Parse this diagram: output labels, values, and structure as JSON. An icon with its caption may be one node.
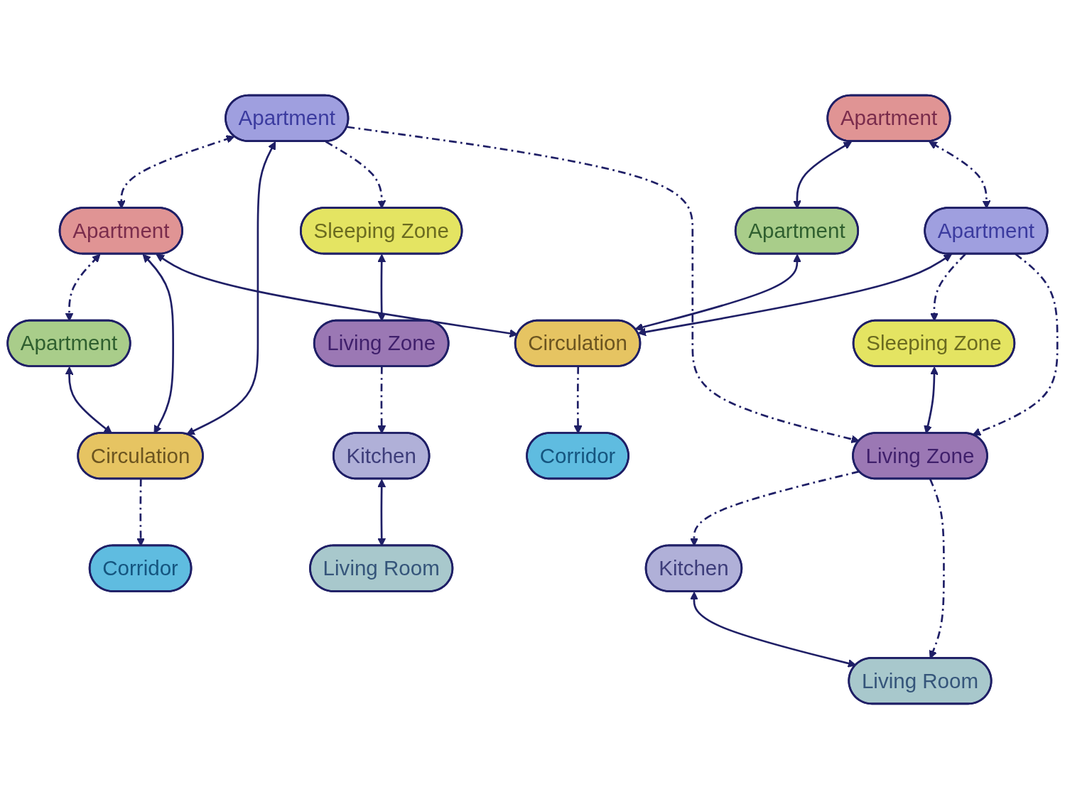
{
  "diagram": {
    "nodes": [
      {
        "text": [
          "Apartment"
        ]
      },
      {
        "text": [
          "Apartment"
        ]
      },
      {
        "text": [
          "Apartment"
        ]
      },
      {
        "text": [
          "Apartment"
        ]
      },
      {
        "text": [
          "Apartment"
        ]
      },
      {
        "text": [
          "Circulation"
        ]
      },
      {
        "text": [
          "Apartment"
        ]
      },
      {
        "text": [
          "Corridor"
        ]
      },
      {
        "text": [
          "Circulation"
        ]
      },
      {
        "text": [
          "Sleeping Zone"
        ]
      },
      {
        "text": [
          "Sleeping Zone"
        ]
      },
      {
        "text": [
          "Living Zone"
        ]
      },
      {
        "text": [
          "Living Zone"
        ]
      },
      {
        "text": [
          "Corridor"
        ]
      },
      {
        "text": [
          "Kitchen"
        ]
      },
      {
        "text": [
          "Kitchen"
        ]
      },
      {
        "text": [
          "Living Room"
        ]
      },
      {
        "text": [
          "Living Room"
        ]
      }
    ],
    "edges": [
      {
        "from": 0,
        "to": 2,
        "arrow": "both",
        "style": "dashed"
      },
      {
        "from": 1,
        "to": 3,
        "arrow": "both"
      },
      {
        "from": 2,
        "to": 4,
        "arrow": "both",
        "style": "dashed"
      },
      {
        "from": 0,
        "to": 5,
        "arrow": "both"
      },
      {
        "from": 1,
        "to": 6,
        "arrow": "both",
        "style": "dashed"
      },
      {
        "from": 2,
        "to": 5,
        "arrow": "both"
      },
      {
        "from": 2,
        "to": 8,
        "arrow": "both"
      },
      {
        "from": 3,
        "to": 8,
        "arrow": "both"
      },
      {
        "from": 4,
        "to": 5,
        "arrow": "both"
      },
      {
        "from": 5,
        "to": 7,
        "arrow": "to",
        "style": "dashed"
      },
      {
        "from": 6,
        "to": 8,
        "arrow": "both"
      },
      {
        "from": 0,
        "to": 9,
        "arrow": "to",
        "style": "dashed"
      },
      {
        "from": 0,
        "to": 11,
        "arrow": "to",
        "style": "dashed"
      },
      {
        "from": 6,
        "to": 10,
        "arrow": "to",
        "style": "dashed"
      },
      {
        "from": 6,
        "to": 11,
        "arrow": "to",
        "style": "dashed"
      },
      {
        "from": 8,
        "to": 13,
        "arrow": "to",
        "style": "dashed"
      },
      {
        "from": 9,
        "to": 12,
        "arrow": "both"
      },
      {
        "from": 10,
        "to": 11,
        "arrow": "both"
      },
      {
        "from": 11,
        "to": 14,
        "arrow": "to",
        "style": "dashed"
      },
      {
        "from": 12,
        "to": 15,
        "arrow": "to",
        "style": "dashed"
      },
      {
        "from": 11,
        "to": 16,
        "arrow": "to",
        "style": "dashed"
      },
      {
        "from": 14,
        "to": 16,
        "arrow": "both"
      },
      {
        "from": 15,
        "to": 17,
        "arrow": "both"
      }
    ]
  }
}
